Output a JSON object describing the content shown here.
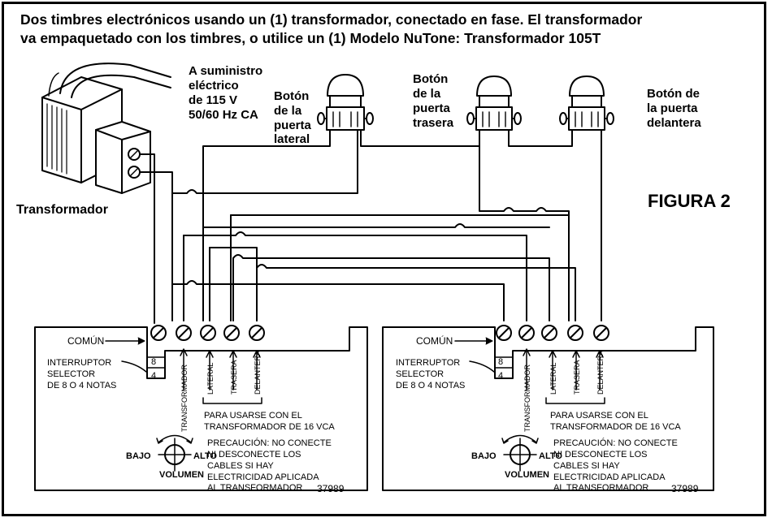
{
  "title": {
    "line1": "Dos timbres electrónicos usando un (1) transformador, conectado en fase. El transformador",
    "line2": "va empaquetado con los timbres, o utilice un (1) Modelo NuTone: Transformador 105T"
  },
  "figure_label": "FIGURA 2",
  "transformer": {
    "label": "Transformador",
    "supply": [
      "A suministro",
      "eléctrico",
      "de 115 V",
      "50/60 Hz CA"
    ]
  },
  "buttons": {
    "side": [
      "Botón",
      "de la",
      "puerta",
      "lateral"
    ],
    "rear": [
      "Botón",
      "de la",
      "puerta",
      "trasera"
    ],
    "front": [
      "Botón de",
      "la puerta",
      "delantera"
    ]
  },
  "chime": {
    "common": "COMÚN",
    "selector": [
      "INTERRUPTOR",
      "SELECTOR",
      "DE 8 O 4 NOTAS"
    ],
    "eight": "8",
    "four": "4",
    "terminals": [
      "TRANSFORMADOR",
      "LATERAL",
      "TRASERA",
      "DELANTERA"
    ],
    "use_note": [
      "PARA USARSE CON EL",
      "TRANSFORMADOR DE 16 VCA"
    ],
    "caution": [
      "PRECAUCIÓN: NO CONECTE",
      "NI DESCONECTE LOS",
      "CABLES SI HAY",
      "ELECTRICIDAD APLICADA",
      "AL TRANSFORMADOR"
    ],
    "low": "BAJO",
    "high": "ALTO",
    "volume": "VOLUMEN",
    "code": "37989"
  }
}
